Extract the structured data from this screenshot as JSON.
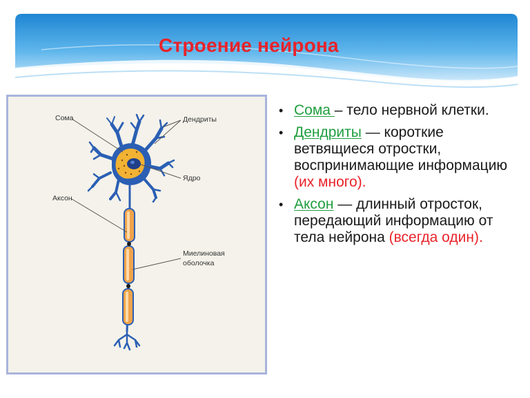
{
  "slide": {
    "title": "Строение нейрона"
  },
  "diagram": {
    "labels": {
      "soma": "Сома",
      "dendrites": "Дендриты",
      "nucleus": "Ядро",
      "axon": "Аксон",
      "myelin_line1": "Миелиновая",
      "myelin_line2": "оболочка"
    }
  },
  "bullets": [
    {
      "term": "Сома ",
      "text": "– тело нервной клетки.",
      "accent": ""
    },
    {
      "term": "Дендриты",
      "text": " — короткие ветвящиеся отростки, воспринимающие информацию ",
      "accent": "(их много)."
    },
    {
      "term": "Аксон",
      "text": " — длинный отросток, передающий информацию от тела нейрона ",
      "accent": "(всегда один)."
    }
  ],
  "colors": {
    "title": "#e8232a",
    "term": "#1f9e3f",
    "accent": "#e8232a",
    "header_blue": "#2a8fd6",
    "frame_border": "#a9b4dc",
    "neuron_blue": "#2b5fb4",
    "soma_fill": "#f2b233",
    "myelin": "#f0a34a"
  }
}
